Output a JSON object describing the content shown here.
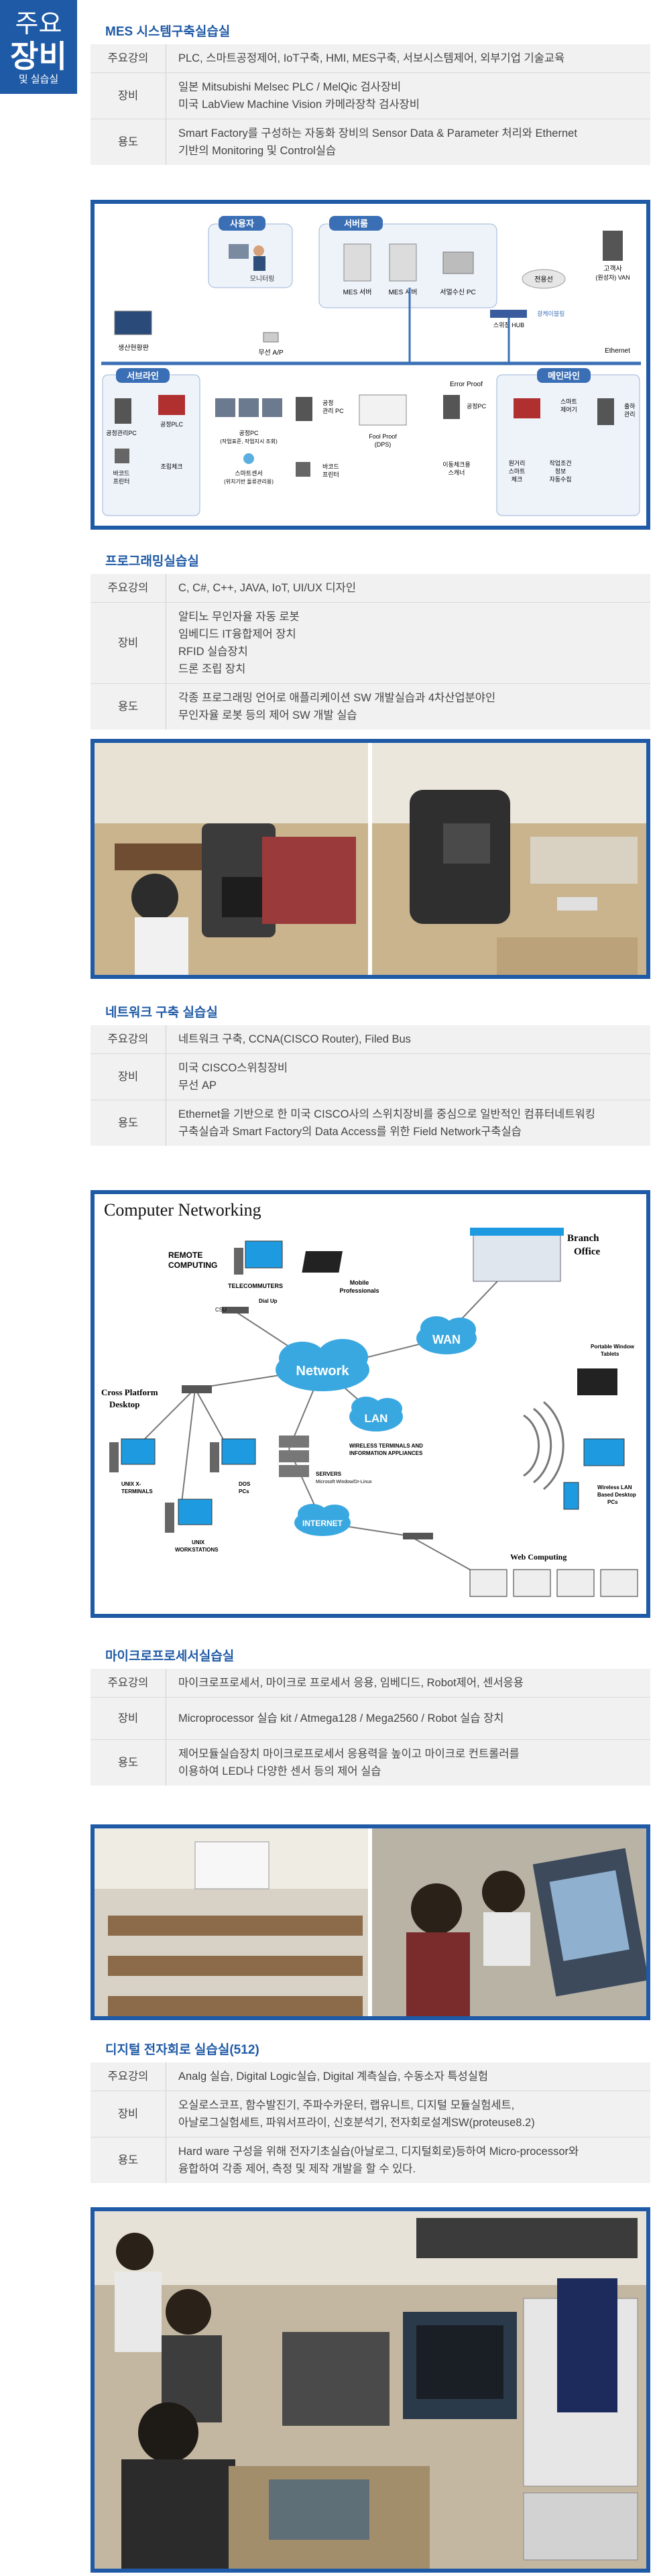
{
  "badge": {
    "line1": "주요",
    "line2": "장비",
    "line3": "및 실습실"
  },
  "sections": [
    {
      "title": "MES 시스템구축실습실",
      "rows": [
        {
          "label": "주요강의",
          "lines": [
            "PLC, 스마트공정제어, IoT구축, HMI, MES구축, 서보시스템제어, 외부기업 기술교육"
          ]
        },
        {
          "label": "장비",
          "lines": [
            "일본 Mitsubishi Melsec PLC / MelQic 검사장비",
            "미국 LabView Machine Vision 카메라장착 검사장비"
          ]
        },
        {
          "label": "용도",
          "lines": [
            "Smart Factory를 구성하는 자동화 장비의 Sensor Data & Parameter 처리와 Ethernet",
            "기반의 Monitoring 및 Control실습"
          ]
        }
      ]
    },
    {
      "title": "프로그래밍실습실",
      "rows": [
        {
          "label": "주요강의",
          "lines": [
            "C, C#, C++, JAVA, IoT, UI/UX 디자인"
          ]
        },
        {
          "label": "장비",
          "lines": [
            "알티노 무인자율 자동 로봇",
            "임베디드 IT융합제어 장치",
            "RFID 실습장치",
            "드론 조립 장치"
          ]
        },
        {
          "label": "용도",
          "lines": [
            "각종 프로그래밍 언어로 애플리케이션 SW 개발실습과 4차산업분야인",
            "무인자율 로봇 등의 제어 SW 개발 실습"
          ]
        }
      ]
    },
    {
      "title": "네트워크 구축 실습실",
      "rows": [
        {
          "label": "주요강의",
          "lines": [
            "네트워크 구축, CCNA(CISCO Router), Filed Bus"
          ]
        },
        {
          "label": "장비",
          "lines": [
            "미국 CISCO스위칭장비",
            "무선 AP"
          ]
        },
        {
          "label": "용도",
          "lines": [
            "Ethernet을 기반으로 한 미국 CISCO사의 스위치장비를 중심으로 일반적인 컴퓨터네트워킹",
            "구축실습과 Smart Factory의 Data Access를 위한 Field Network구축실습"
          ]
        }
      ]
    },
    {
      "title": "마이크로프로세서실습실",
      "rows": [
        {
          "label": "주요강의",
          "lines": [
            "마이크로프로세서, 마이크로 프로세서 응용, 임베디드, Robot제어, 센서응용"
          ]
        },
        {
          "label": "장비",
          "lines": [
            "Microprocessor 실습 kit / Atmega128 / Mega2560 / Robot 실습 장치"
          ]
        },
        {
          "label": "용도",
          "lines": [
            "제어모듈실습장치 마이크로프로세서 응용력을 높이고 마이크로 컨트롤러를",
            "이용하여 LED나 다양한 센서 등의 제어 실습"
          ]
        }
      ]
    },
    {
      "title": "디지털 전자회로 실습실(512)",
      "rows": [
        {
          "label": "주요강의",
          "lines": [
            "Analg 실습, Digital Logic실습, Digital 계측실습, 수동소자 특성실험"
          ]
        },
        {
          "label": "장비",
          "lines": [
            "오실로스코프, 함수발진기, 주파수카운터, 랩유니트, 디지털 모듈실험세트,",
            "아날로그실험세트, 파워서프라이, 신호분석기, 전자회로설계SW(proteuse8.2)"
          ]
        },
        {
          "label": "용도",
          "lines": [
            "Hard ware 구성을 위해 전자기초실습(아날로그, 디지털회로)등하여 Micro-processor와",
            "융합하여 각종 제어, 측정 및 제작 개발을 할 수 있다."
          ]
        }
      ]
    }
  ],
  "mes_diagram": {
    "group_user": "사용자",
    "monitoring": "모니터링",
    "group_server": "서버룸",
    "mes_server1": "MES 서버",
    "mes_server2": "MES 서버",
    "server_pc": "서멀수신 PC",
    "leased_line": "전용선",
    "customer": "고객사",
    "customer_sub": "(원성자) VAN",
    "switching_hub": "스위칭 HUB",
    "optical": "광케이블링",
    "production": "생산현황판",
    "wireless_ap": "무선 A/P",
    "ethernet": "Ethernet",
    "group_server_line": "서브라인",
    "group_main_line": "메인라인",
    "proc_pc": "공정관리PC",
    "barcode": "바코드",
    "barcode_sub": "프린터",
    "plc": "공정PLC",
    "touch": "조립체크",
    "plc2": "공정PC",
    "plc2_sub": "(작업표준, 작업지시 조회)",
    "smart_sensor": "스마트센서",
    "smart_sensor_sub": "(위치기반 돌류관리용)",
    "pc3": "공정",
    "pc3_sub": "관리 PC",
    "barcode2": "바코드",
    "barcode2_sub": "프린터",
    "foolproof": "Fool Proof",
    "foolproof_sub": "(DPS)",
    "error_proof": "Error Proof",
    "plc3": "공정PC",
    "scanner": "이동체크용",
    "scanner_sub": "스캐너",
    "checker": "원거리",
    "checker_sub": "스마트",
    "checker_sub2": "체크",
    "smart_plc": "스마트",
    "smart_plc_sub": "제어기",
    "work_info": "작업조건",
    "work_info_sub": "정보",
    "work_info_sub2": "자동수집",
    "shipping": "출하",
    "shipping_sub": "관리"
  },
  "network_diagram": {
    "title": "Computer Networking",
    "remote": "REMOTE",
    "remote_sub": "COMPUTING",
    "telecommuters": "TELECOMMUTERS",
    "mobile": "Mobile",
    "mobile_sub": "Professionals",
    "csu": "CSU",
    "dialup": "Dial Up",
    "network": "Network",
    "wan": "WAN",
    "lan": "LAN",
    "internet": "INTERNET",
    "branch": "Branch",
    "branch_sub": "Office",
    "cross": "Cross Platform",
    "cross_sub": "Desktop",
    "unix_x": "UNIX X-",
    "unix_x_sub": "TERMINALS",
    "dos": "DOS",
    "dos_sub": "PCs",
    "unix_ws": "UNIX",
    "unix_ws_sub": "WORKSTATIONS",
    "wireless_term": "WIRELESS TERMINALS AND",
    "wireless_term_sub": "INFORMATION APPLIANCES",
    "servers": "SERVERS",
    "servers_sub": "Microsoft Window/Dr-Linux",
    "portable": "Portable Window",
    "portable_sub": "Tablets",
    "wireless_lan": "Wireless LAN",
    "wireless_lan_sub": "Based Desktop",
    "wireless_lan_sub2": "PCs",
    "web": "Web Computing"
  },
  "colors": {
    "brand": "#1f5aa6",
    "panel_bg": "#f1f1f1",
    "cloud": "#3aa8e0"
  }
}
